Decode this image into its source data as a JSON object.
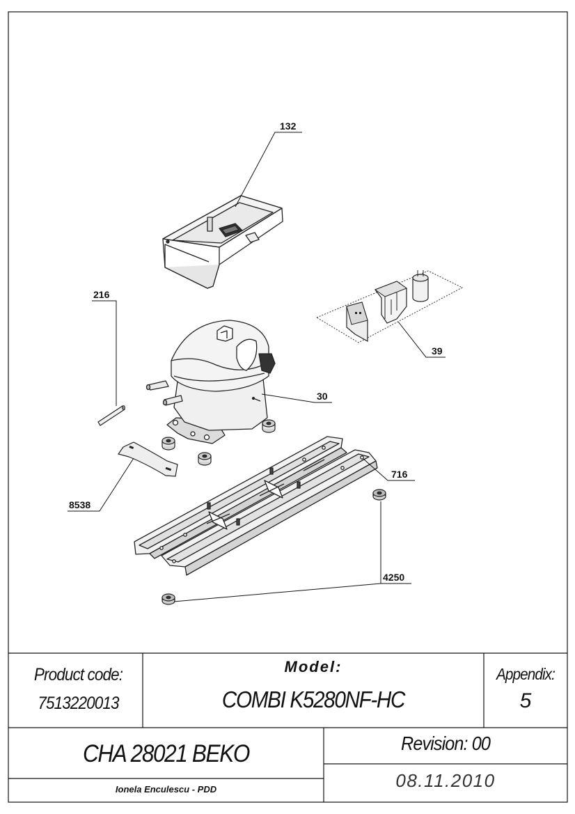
{
  "callouts": [
    {
      "id": "132"
    },
    {
      "id": "216"
    },
    {
      "id": "39"
    },
    {
      "id": "30"
    },
    {
      "id": "716"
    },
    {
      "id": "8538"
    },
    {
      "id": "4250"
    }
  ],
  "title_block": {
    "product_code_label": "Product code:",
    "product_code": "7513220013",
    "model_label": "Model:",
    "model": "COMBI K5280NF-HC",
    "appendix_label": "Appendix:",
    "appendix": "5",
    "drawing_number": "CHA 28021 BEKO",
    "revision": "Revision: 00",
    "date": "08.11.2010",
    "author": "Ionela Enculescu - PDD"
  }
}
